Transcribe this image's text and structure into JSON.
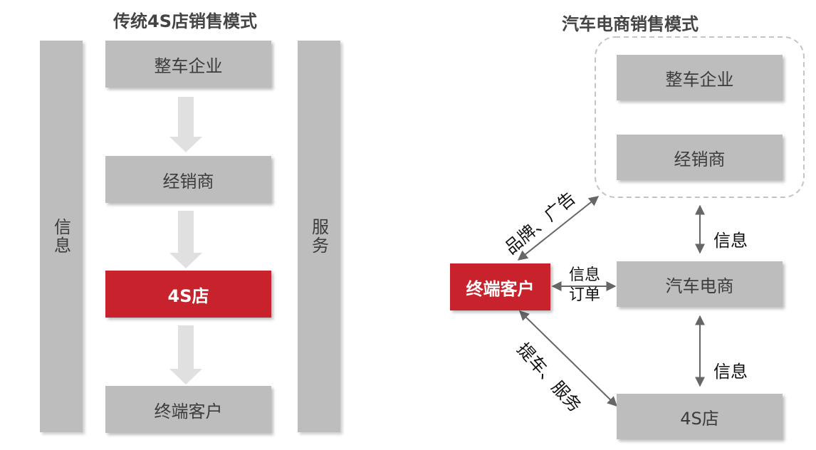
{
  "left": {
    "title": "传统4S店销售模式",
    "side_left": "信息",
    "side_right": "服务",
    "boxes": [
      "整车企业",
      "经销商",
      "4S店",
      "终端客户"
    ]
  },
  "right": {
    "title": "汽车电商销售模式",
    "group_boxes": [
      "整车企业",
      "经销商"
    ],
    "ecommerce": "汽车电商",
    "store": "4S店",
    "customer": "终端客户",
    "edge_info_top": "信息",
    "edge_info_bottom": "信息",
    "edge_mid_line1": "信息",
    "edge_mid_line2": "订单",
    "edge_brand": "品牌、广告",
    "edge_pickup": "提车、服务"
  },
  "colors": {
    "box_gray": "#bdbdbd",
    "accent_red": "#c8232c",
    "arrow_gray": "#e0e0e0"
  }
}
